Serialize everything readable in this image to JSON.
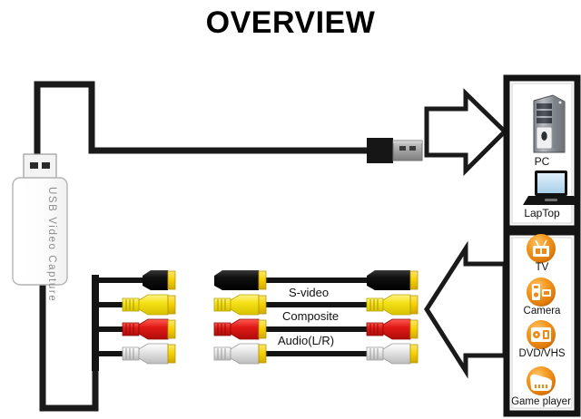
{
  "page": {
    "title": "OVERVIEW",
    "background_color": "#ffffff"
  },
  "device": {
    "name": "usb-video-capture-dongle",
    "label": "USB Video Capture",
    "body_color": "#fdfdfd",
    "outline_color": "#b4b4b4",
    "text_color": "#8d8d8d",
    "usb_plug_color": "#f2f2f2"
  },
  "cables": {
    "trunk_color": "#1a1a1a",
    "labels": [
      {
        "id": "s-video",
        "text": "S-video"
      },
      {
        "id": "composite",
        "text": "Composite"
      },
      {
        "id": "audio",
        "text": "Audio(L/R)"
      }
    ],
    "connectors": [
      {
        "id": "s-video",
        "color": "#111111",
        "label": "S-video"
      },
      {
        "id": "composite",
        "color": "#f5e117",
        "label": "Composite"
      },
      {
        "id": "audio-right",
        "color": "#e01a16",
        "label": "Audio R"
      },
      {
        "id": "audio-left",
        "color": "#dcdcdc",
        "label": "Audio L"
      }
    ],
    "plug_tip_color": "#f5d000",
    "usb_connector_color": "#9e9e9e"
  },
  "arrows": {
    "top": {
      "direction": "right",
      "name": "arrow-to-computer"
    },
    "bottom": {
      "direction": "left",
      "name": "arrow-from-sources"
    },
    "fill": "#ffffff",
    "stroke": "#1a1a1a"
  },
  "panels": {
    "outputs": {
      "name": "computer-panel",
      "items": [
        {
          "id": "pc",
          "label": "PC",
          "icon": "desktop-tower-icon"
        },
        {
          "id": "laptop",
          "label": "LapTop",
          "icon": "laptop-icon"
        }
      ]
    },
    "sources": {
      "name": "video-sources-panel",
      "accent_color": "#f08a1e",
      "items": [
        {
          "id": "tv",
          "label": "TV",
          "icon": "tv-icon"
        },
        {
          "id": "camera",
          "label": "Camera",
          "icon": "camera-icon"
        },
        {
          "id": "dvd-vhs",
          "label": "DVD/VHS",
          "icon": "dvd-vhs-icon"
        },
        {
          "id": "game-player",
          "label": "Game player",
          "icon": "game-player-icon"
        }
      ]
    }
  }
}
